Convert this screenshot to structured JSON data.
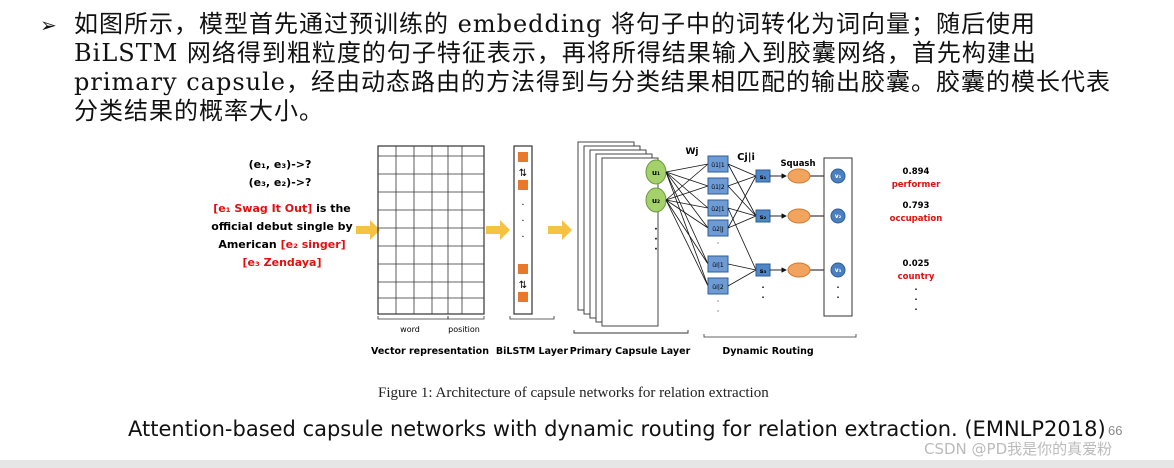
{
  "slide": {
    "bullet": "➢",
    "paragraph": "如图所示，模型首先通过预训练的 embedding 将句子中的词转化为词向量；随后使用 BiLSTM 网络得到粗粒度的句子特征表示，再将所得结果输入到胶囊网络，首先构建出 primary capsule，经由动态路由的方法得到与分类结果相匹配的输出胶囊。胶囊的模长代表分类结果的概率大小。",
    "caption": "Figure 1: Architecture of capsule networks for relation extraction",
    "bottom_text": "Attention-based capsule networks with dynamic routing for relation extraction. (EMNLP2018)",
    "page_number": "66",
    "watermark": "CSDN @PD我是你的真爱粉"
  },
  "diagram": {
    "queries": [
      "(e₁, e₃)->?",
      "(e₃, e₂)->?"
    ],
    "sentence": {
      "line1_entity": "[e₁ Swag It Out]",
      "line1_rest": " is the",
      "line2": "official debut  single by",
      "line3_prefix": "American ",
      "line3_entity": "[e₂ singer]",
      "line4_entity": "[e₃ Zendaya]"
    },
    "vector_labels": {
      "word": "word",
      "position": "position"
    },
    "section_labels": {
      "vector": "Vector representation",
      "bilstm": "BiLSTM Layer",
      "primary": "Primary Capsule Layer",
      "routing": "Dynamic Routing"
    },
    "arrows_symbol": "⇅",
    "primary_capsules": [
      "u₁",
      "u₂"
    ],
    "weights_label": "Wj",
    "coupling_label": "Cj|i",
    "squash_label": "Squash",
    "predictions": [
      "û1|1",
      "û1|2",
      "û2|1",
      "û2|J",
      "ûI|1",
      "ûI|2"
    ],
    "routing_nodes": [
      "s₁",
      "s₂",
      "s₃"
    ],
    "outputs": [
      "v₁",
      "v₂",
      "v₃"
    ],
    "results": [
      {
        "score": "0.894",
        "label": "performer"
      },
      {
        "score": "0.793",
        "label": "occupation"
      },
      {
        "score": "0.025",
        "label": "country"
      }
    ],
    "colors": {
      "entity": "#e01010",
      "arrow": "#f5c242",
      "lstm": "#e8782a",
      "capsule_green": "#a4d16a",
      "routing_blue": "#4f86c6",
      "squash_orange": "#f2a35e",
      "output_blue": "#4a80c0"
    }
  }
}
